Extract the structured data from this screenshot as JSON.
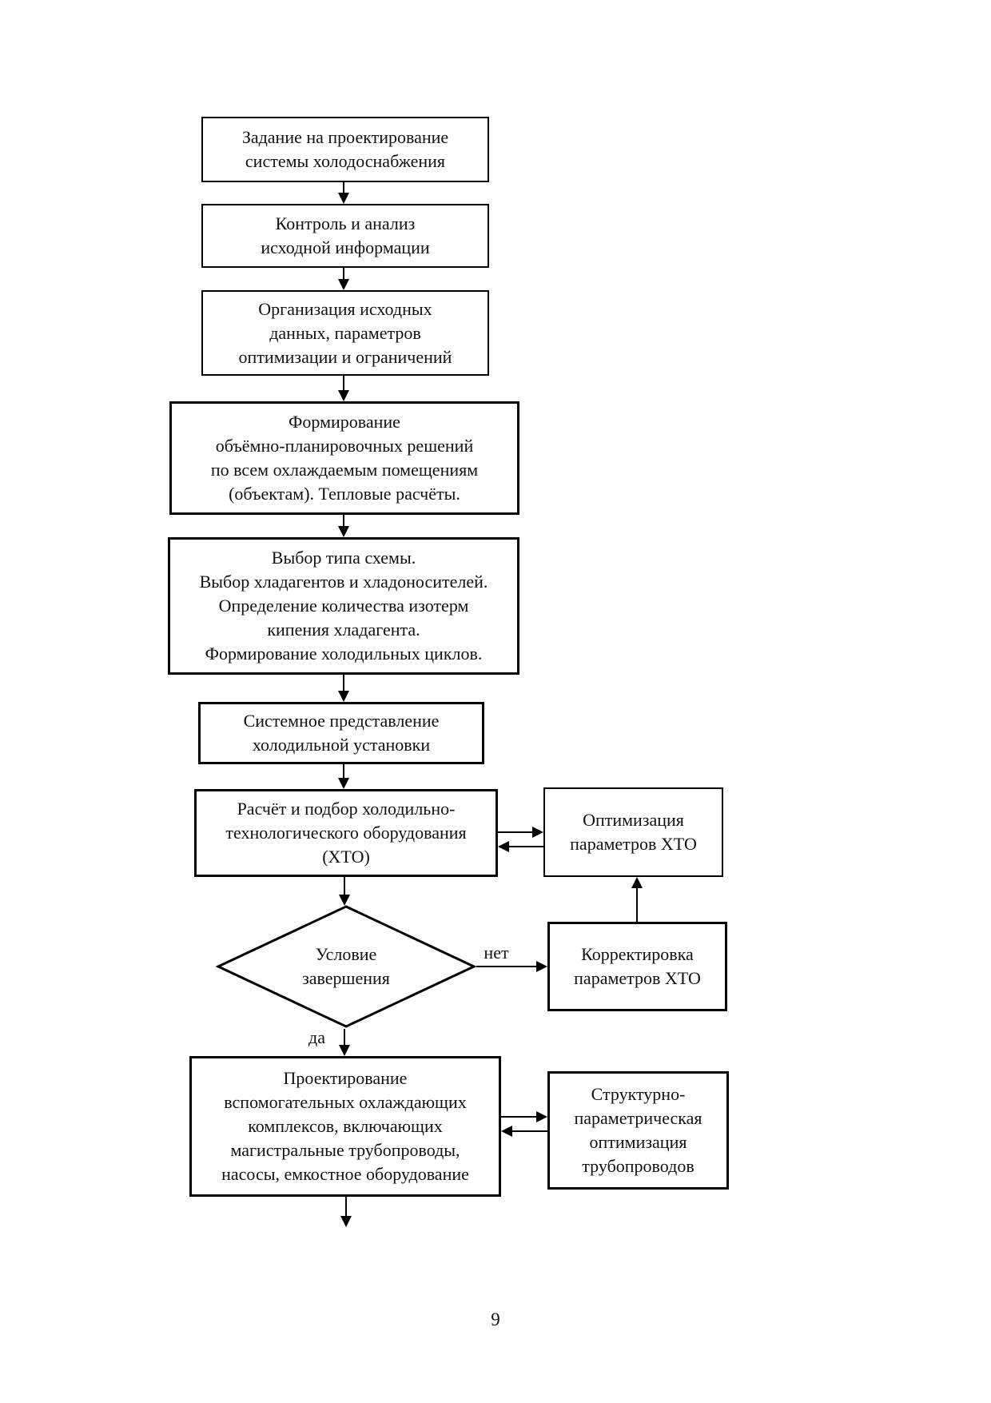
{
  "page_number": "9",
  "flow": {
    "nodes": {
      "task": {
        "label": "Задание на проектирование\nсистемы холодоснабжения"
      },
      "control": {
        "label": "Контроль и анализ\nисходной информации"
      },
      "organization": {
        "label": "Организация исходных\nданных, параметров\nоптимизации и ограничений"
      },
      "formation": {
        "label": "Формирование\nобъёмно-планировочных решений\nпо всем охлаждаемым помещениям\n(объектам). Тепловые расчёты."
      },
      "scheme_choice": {
        "label": "Выбор типа схемы.\nВыбор хладагентов и хладоносителей.\nОпределение количества изотерм\nкипения хладагента.\nФормирование холодильных циклов."
      },
      "system_view": {
        "label": "Системное представление\nхолодильной установки"
      },
      "equipment_calc": {
        "label": "Расчёт и подбор холодильно-\nтехнологического оборудования\n(ХТО)"
      },
      "optimization": {
        "label": "Оптимизация\nпараметров ХТО"
      },
      "decision": {
        "label": "Условие\nзавершения"
      },
      "correction": {
        "label": "Корректировка\nпараметров ХТО"
      },
      "aux_design": {
        "label": "Проектирование\nвспомогательных охлаждающих\nкомплексов, включающих\nмагистральные трубопроводы,\nнасосы, емкостное оборудование"
      },
      "pipe_optimization": {
        "label": "Структурно-\nпараметрическая\nоптимизация\nтрубопроводов"
      }
    },
    "edge_labels": {
      "no": "нет",
      "yes": "да"
    },
    "colors": {
      "line": "#000000",
      "background": "#ffffff",
      "text": "#111111"
    }
  }
}
